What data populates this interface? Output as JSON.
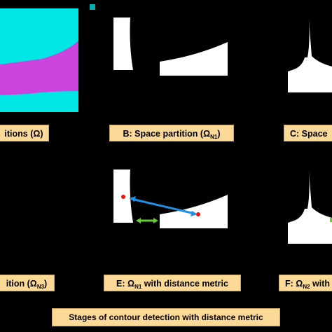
{
  "colors": {
    "background": "#000000",
    "partition_cyan": "#00e5e5",
    "partition_magenta": "#cc44dd",
    "shape_white": "#ffffff",
    "label_bg": "#fcd996",
    "distance_arrow_blue": "#1e90e6",
    "distance_arrow_green": "#66cc33",
    "marker_red": "#ee1111"
  },
  "panels": {
    "a": {
      "label_prefix": "itions (",
      "label_symbol": "Ω",
      "label_sub": "",
      "label_suffix": ")"
    },
    "b": {
      "label_prefix": "B: Space partition (",
      "label_symbol": "Ω",
      "label_sub": "N1",
      "label_suffix": ")"
    },
    "c": {
      "label_prefix": "C: Space",
      "label_symbol": "",
      "label_sub": "",
      "label_suffix": ""
    },
    "d": {
      "label_prefix": "ition (",
      "label_symbol": "Ω",
      "label_sub": "N3",
      "label_suffix": ")"
    },
    "e": {
      "label_prefix": "E: ",
      "label_symbol": "Ω",
      "label_sub": "N1",
      "label_suffix": " with distance metric"
    },
    "f": {
      "label_prefix": "F: ",
      "label_symbol": "Ω",
      "label_sub": "N2",
      "label_suffix": " with"
    }
  },
  "caption": "Stages of contour detection with distance metric"
}
